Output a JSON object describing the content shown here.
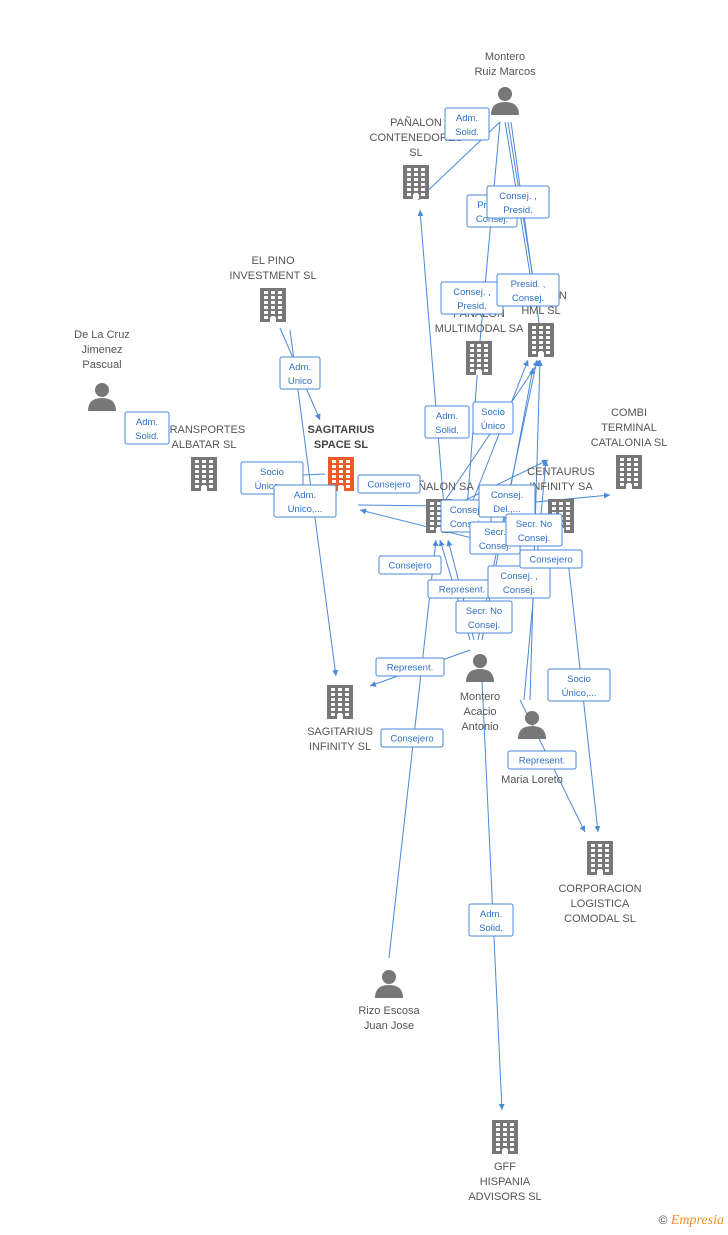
{
  "colors": {
    "edge": "#4a8ad8",
    "node": "#777777",
    "focus": "#f05a28"
  },
  "nodes": [
    {
      "id": "montero_ruiz",
      "type": "person",
      "lines": [
        "Montero",
        "Ruiz Marcos"
      ]
    },
    {
      "id": "panalon_cont",
      "type": "company",
      "lines": [
        "PAÑALON",
        "CONTENEDORES",
        "SL"
      ]
    },
    {
      "id": "el_pino",
      "type": "company",
      "lines": [
        "EL PINO",
        "INVESTMENT SL"
      ]
    },
    {
      "id": "de_la_cruz",
      "type": "person",
      "lines": [
        "De La Cruz",
        "Jimenez",
        "Pascual"
      ]
    },
    {
      "id": "transportes",
      "type": "company",
      "lines": [
        "TRANSPORTES",
        "ALBATAR SL"
      ]
    },
    {
      "id": "sagitarius_space",
      "type": "company",
      "focus": true,
      "lines": [
        "SAGITARIUS",
        "SPACE SL"
      ]
    },
    {
      "id": "panalon_multimodal",
      "type": "company",
      "lines": [
        "PAÑALON",
        "MULTIMODAL SA"
      ]
    },
    {
      "id": "panalon_hml",
      "type": "company",
      "lines": [
        "PAÑALON",
        "HML SL"
      ]
    },
    {
      "id": "combi",
      "type": "company",
      "lines": [
        "COMBI",
        "TERMINAL",
        "CATALONIA  SL"
      ]
    },
    {
      "id": "centaurus",
      "type": "company",
      "lines": [
        "CENTAURUS",
        "INFINITY SA"
      ]
    },
    {
      "id": "panalon_sa",
      "type": "company",
      "lines": [
        "PAÑALON SA"
      ]
    },
    {
      "id": "montero_acacio",
      "type": "person",
      "lines": [
        "Montero",
        "Acacio",
        "Antonio"
      ]
    },
    {
      "id": "sagitarius_infinity",
      "type": "company",
      "lines": [
        "SAGITARIUS",
        "INFINITY SL"
      ]
    },
    {
      "id": "albarez",
      "type": "person",
      "lines": [
        "Albarez",
        "Maria Loreto"
      ]
    },
    {
      "id": "corporacion",
      "type": "company",
      "lines": [
        "CORPORACION",
        "LOGISTICA",
        "COMODAL SL"
      ]
    },
    {
      "id": "rizo",
      "type": "person",
      "lines": [
        "Rizo Escosa",
        "Juan Jose"
      ]
    },
    {
      "id": "gff",
      "type": "company",
      "lines": [
        "GFF",
        "HISPANIA",
        "ADVISORS SL"
      ]
    }
  ],
  "edges": [
    {
      "lines": [
        "Adm.",
        "Solid."
      ]
    },
    {
      "lines": [
        "Presid.",
        "Consej."
      ]
    },
    {
      "lines": [
        "Consej. ,",
        "Presid."
      ]
    },
    {
      "lines": [
        "Consej. ,",
        "Presid."
      ]
    },
    {
      "lines": [
        "Presid. ,",
        "Consej."
      ]
    },
    {
      "lines": [
        "Adm.",
        "Unico"
      ]
    },
    {
      "lines": [
        "Adm.",
        "Solid."
      ]
    },
    {
      "lines": [
        "Socio",
        "Único,..."
      ]
    },
    {
      "lines": [
        "Adm.",
        "Unico,..."
      ]
    },
    {
      "lines": [
        "Consejero"
      ]
    },
    {
      "lines": [
        "Adm.",
        "Solid."
      ]
    },
    {
      "lines": [
        "Socio",
        "Único"
      ]
    },
    {
      "lines": [
        "Consej.",
        "Consej."
      ]
    },
    {
      "lines": [
        "Consej.",
        "Del.,..."
      ]
    },
    {
      "lines": [
        "Secr.",
        "Consej."
      ]
    },
    {
      "lines": [
        "Secr. No",
        "Consej."
      ]
    },
    {
      "lines": [
        "Consejero"
      ]
    },
    {
      "lines": [
        "Represent."
      ]
    },
    {
      "lines": [
        "Consej. ,",
        "Consej."
      ]
    },
    {
      "lines": [
        "Consejero"
      ]
    },
    {
      "lines": [
        "Secr. No",
        "Consej."
      ]
    },
    {
      "lines": [
        "Represent."
      ]
    },
    {
      "lines": [
        "Consejero"
      ]
    },
    {
      "lines": [
        "Socio",
        "Único,..."
      ]
    },
    {
      "lines": [
        "Represent."
      ]
    },
    {
      "lines": [
        "Adm.",
        "Solid."
      ]
    }
  ],
  "footer": {
    "copyright": "©",
    "brand": "Empresia"
  }
}
